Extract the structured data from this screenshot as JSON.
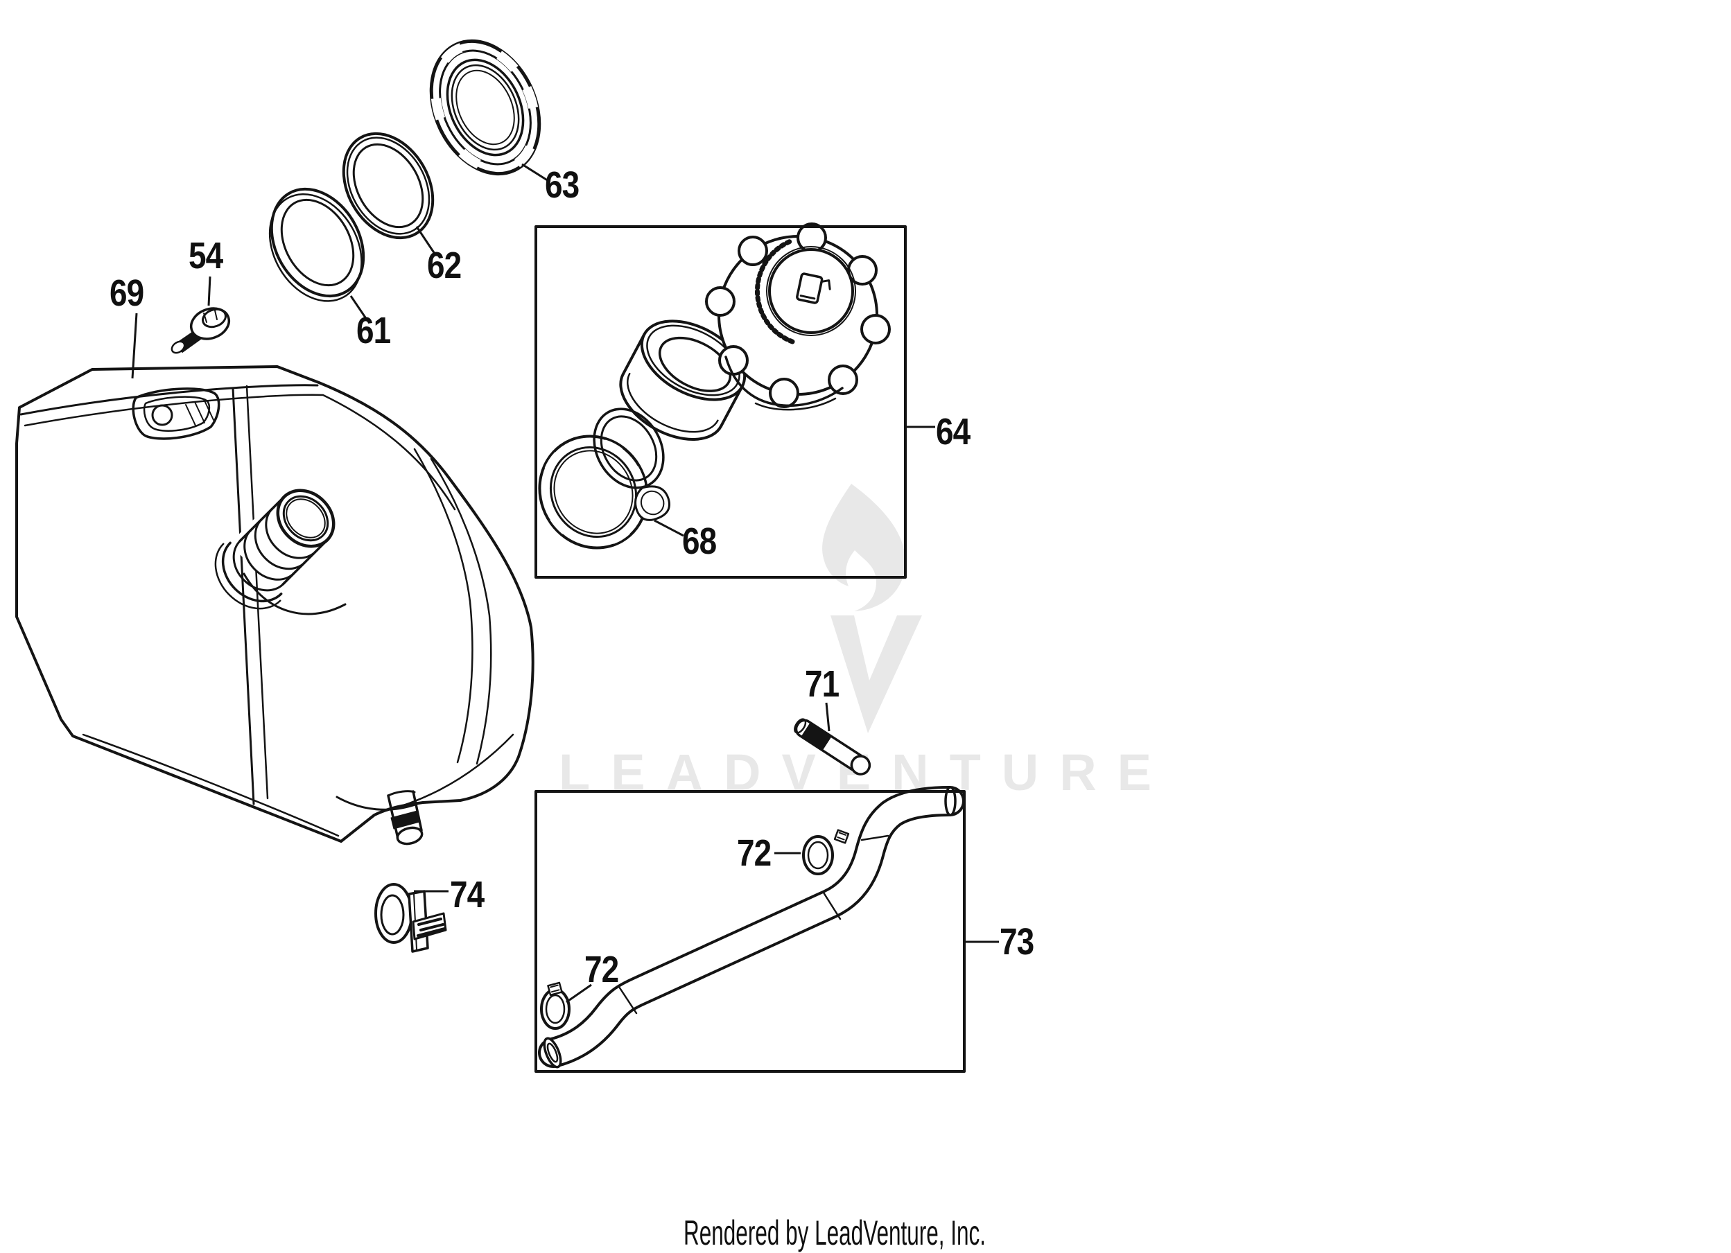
{
  "diagram": {
    "ink_color": "#141414",
    "watermark_color": "#e8e8e8"
  },
  "watermark": {
    "text": "LEADVENTURE"
  },
  "footer": {
    "text": "Rendered by LeadVenture, Inc."
  },
  "callouts": {
    "l54": "54",
    "l61": "61",
    "l62": "62",
    "l63": "63",
    "l64": "64",
    "l68": "68",
    "l69": "69",
    "l71": "71",
    "l72a": "72",
    "l72b": "72",
    "l73": "73",
    "l74": "74"
  }
}
